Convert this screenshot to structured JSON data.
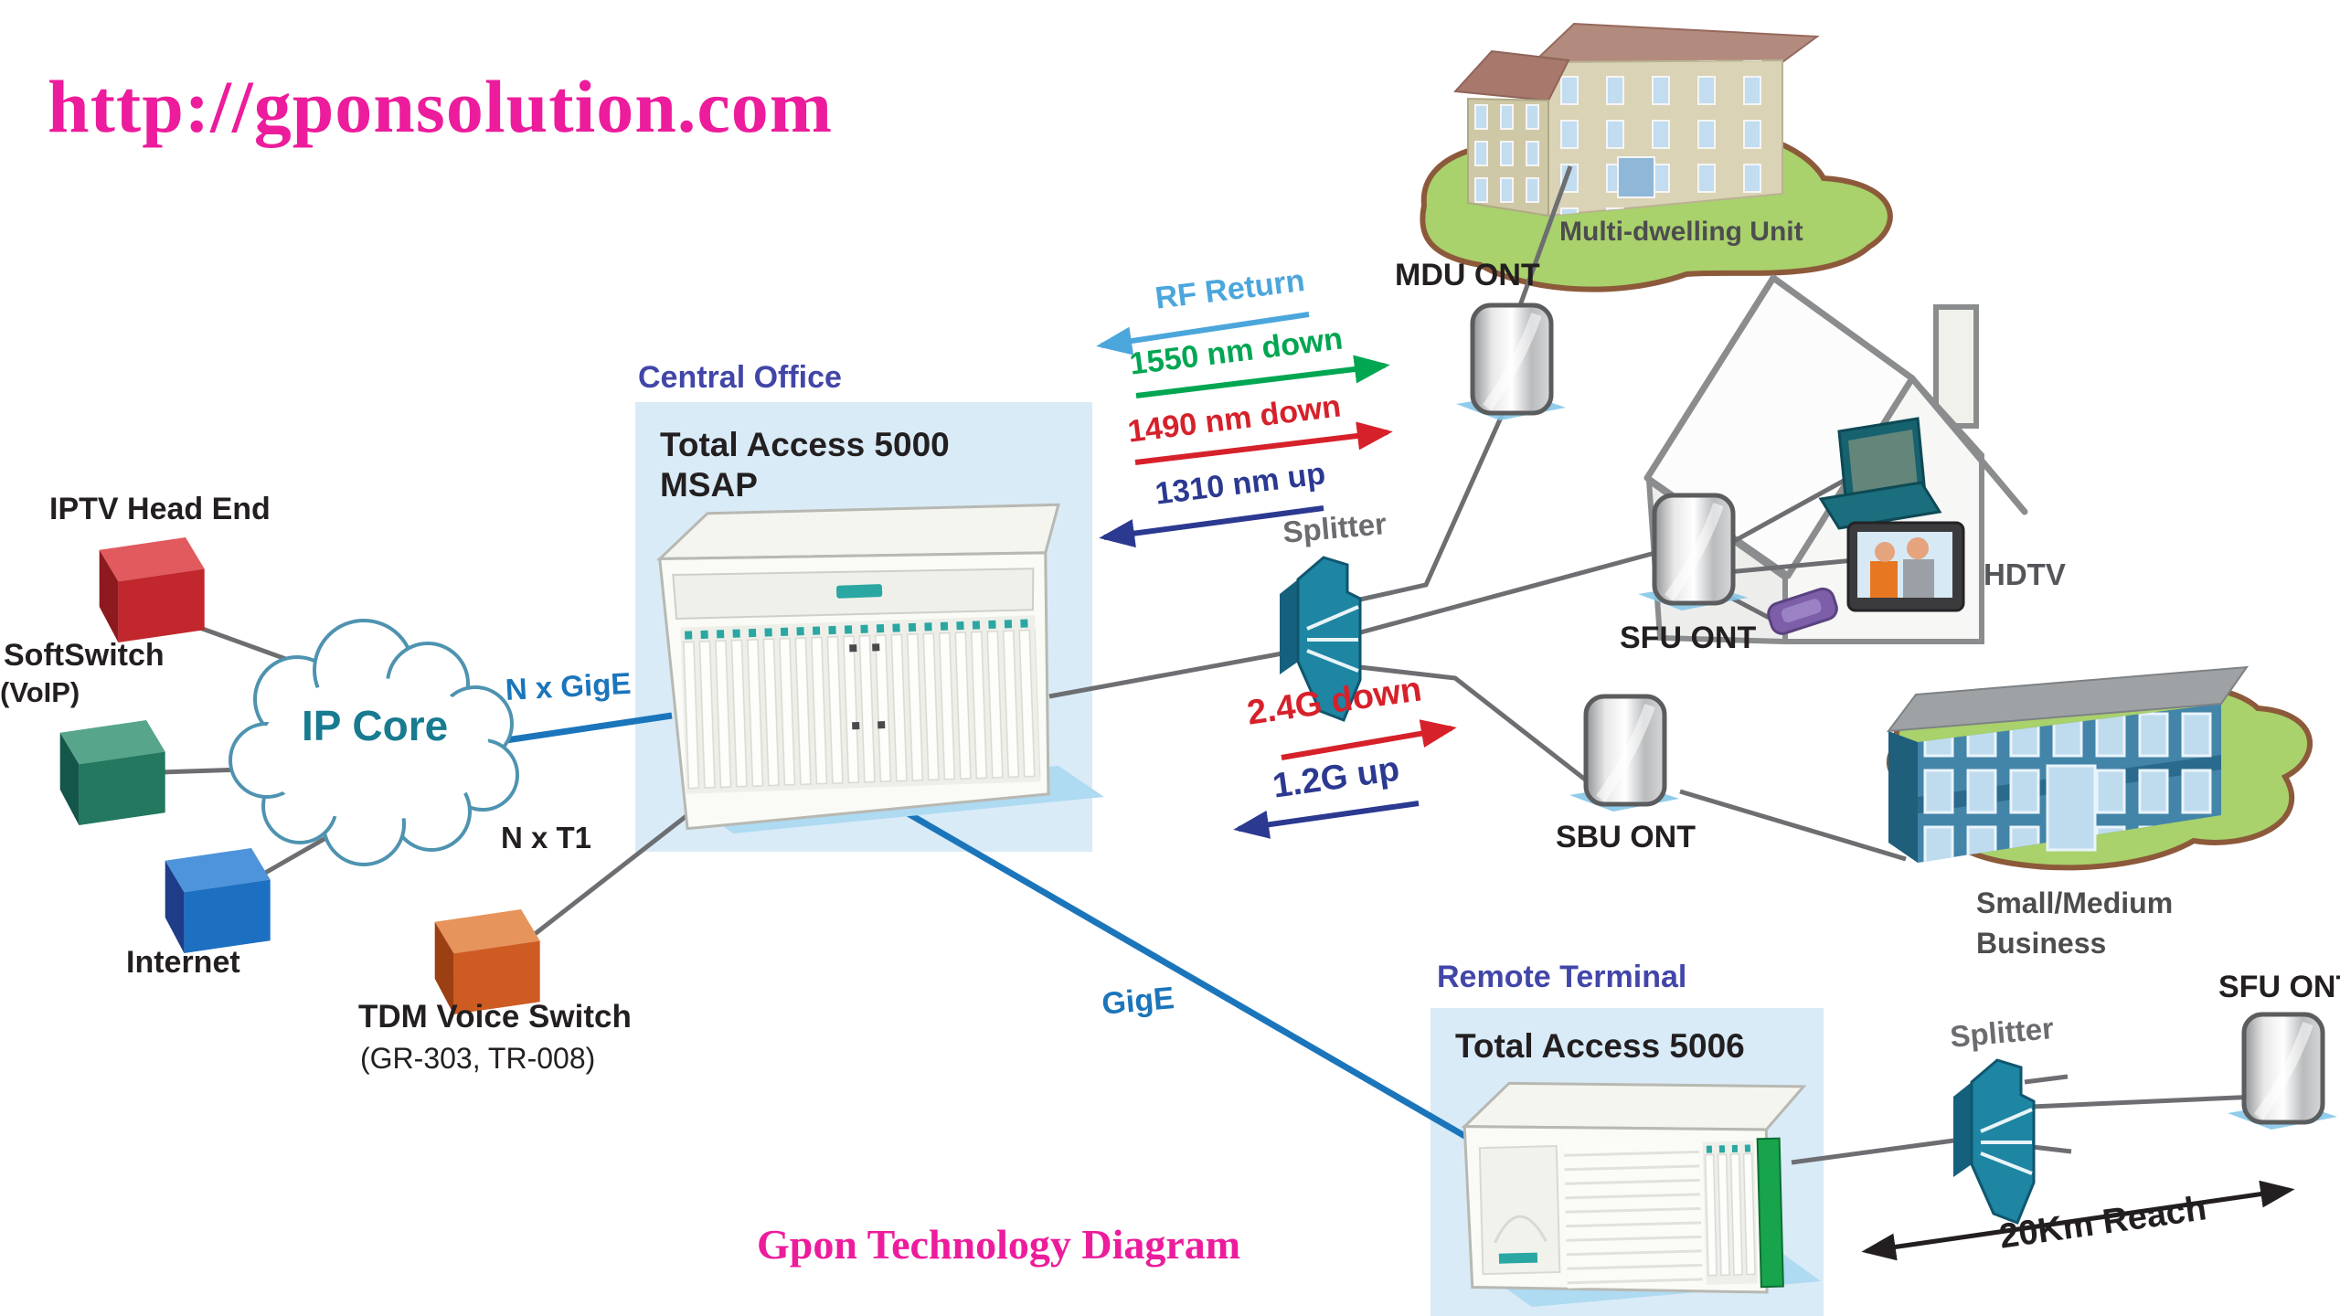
{
  "colors": {
    "magenta": "#EC1C9C",
    "heading_blue": "#4246A8",
    "teal": "#187B90",
    "link_blue": "#1B75BB",
    "green": "#00A651",
    "red": "#D6212A",
    "dark_blue": "#2B3990",
    "light_blue": "#4BA6DC",
    "grey_line": "#6D6E71",
    "splitter_teal": "#1E85A3",
    "panel_blue": "#D9EBF7"
  },
  "watermark": {
    "url": "http://gponsolution.com",
    "caption": "Gpon Technology Diagram"
  },
  "core": {
    "iptv": "IPTV Head End",
    "softswitch": "SoftSwitch",
    "softswitch_sub": "(VoIP)",
    "internet": "Internet",
    "ip_core": "IP Core",
    "tdm": "TDM Voice Switch",
    "tdm_sub": "(GR-303, TR-008)"
  },
  "central_office": {
    "title": "Central Office",
    "device": "Total Access 5000",
    "device_sub": "MSAP"
  },
  "remote_terminal": {
    "title": "Remote Terminal",
    "device": "Total Access 5006"
  },
  "links": {
    "n_gige": "N x GigE",
    "n_t1": "N x T1",
    "gige": "GigE",
    "rf_return": "RF Return",
    "down_1550": "1550 nm down",
    "down_1490": "1490 nm down",
    "up_1310": "1310 nm up",
    "down_24g": "2.4G down",
    "up_12g": "1.2G up",
    "reach": "20Km Reach"
  },
  "onts": {
    "mdu": "MDU ONT",
    "sfu_house": "SFU ONT",
    "sbu": "SBU ONT",
    "sfu_remote": "SFU ONT"
  },
  "premises": {
    "mdu": "Multi-dwelling Unit",
    "hdtv": "HDTV",
    "smb_line1": "Small/Medium",
    "smb_line2": "Business"
  },
  "splitters": {
    "s1": "Splitter",
    "s2": "Splitter"
  }
}
